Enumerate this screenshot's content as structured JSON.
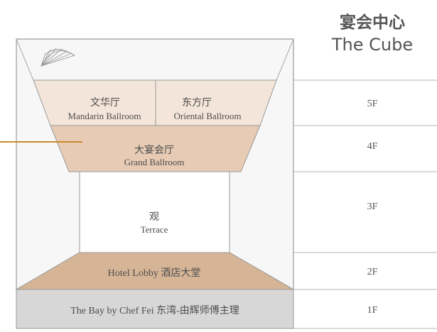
{
  "title": {
    "cn": "宴会中心",
    "en": "The Cube"
  },
  "rooms": {
    "mandarin": {
      "cn": "文华厅",
      "en": "Mandarin Ballroom"
    },
    "oriental": {
      "cn": "东方厅",
      "en": "Oriental Ballroom"
    },
    "grand": {
      "cn": "大宴会厅",
      "en": "Grand Ballroom"
    },
    "terrace": {
      "cn": "观",
      "en": "Terrace"
    },
    "lobby": {
      "label": "Hotel Lobby 酒店大堂"
    },
    "bay": {
      "label": "The Bay by Chef Fei 东湾-由辉师傅主理"
    }
  },
  "floors": [
    "5F",
    "4F",
    "3F",
    "2F",
    "1F"
  ],
  "colors": {
    "light_tan": "#f3e5d9",
    "mid_tan": "#e7cbb4",
    "dark_tan": "#d6b597",
    "grey_band": "#d7d7d7",
    "frame": "#f7f7f7",
    "outline": "#8d8d8d",
    "accent_line": "#c98a2d"
  },
  "icons": {
    "logo": "mandarin-fan-icon"
  }
}
